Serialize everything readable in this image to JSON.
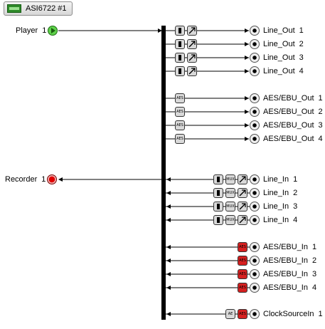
{
  "adapter": {
    "name": "ASI6722 #1",
    "icon": "circuit-board-icon"
  },
  "player": {
    "label": "Player",
    "number": "1"
  },
  "recorder": {
    "label": "Recorder",
    "number": "1"
  },
  "outputs": [
    {
      "label": "Line_Out",
      "number": "1"
    },
    {
      "label": "Line_Out",
      "number": "2"
    },
    {
      "label": "Line_Out",
      "number": "3"
    },
    {
      "label": "Line_Out",
      "number": "4"
    },
    {
      "label": "AES/EBU_Out",
      "number": "1"
    },
    {
      "label": "AES/EBU_Out",
      "number": "2"
    },
    {
      "label": "AES/EBU_Out",
      "number": "3"
    },
    {
      "label": "AES/EBU_Out",
      "number": "4"
    }
  ],
  "inputs": [
    {
      "label": "Line_In",
      "number": "1"
    },
    {
      "label": "Line_In",
      "number": "2"
    },
    {
      "label": "Line_In",
      "number": "3"
    },
    {
      "label": "Line_In",
      "number": "4"
    },
    {
      "label": "AES/EBU_In",
      "number": "1"
    },
    {
      "label": "AES/EBU_In",
      "number": "2"
    },
    {
      "label": "AES/EBU_In",
      "number": "3"
    },
    {
      "label": "AES/EBU_In",
      "number": "4"
    },
    {
      "label": "ClockSourceIn",
      "number": "1"
    }
  ],
  "badges": {
    "aes": "AES",
    "mux": "MUX",
    "ae": "AE"
  },
  "colors": {
    "bus": "#000000",
    "play": "#5fd24a",
    "record": "#e00000",
    "aes_in": "#d62020"
  }
}
